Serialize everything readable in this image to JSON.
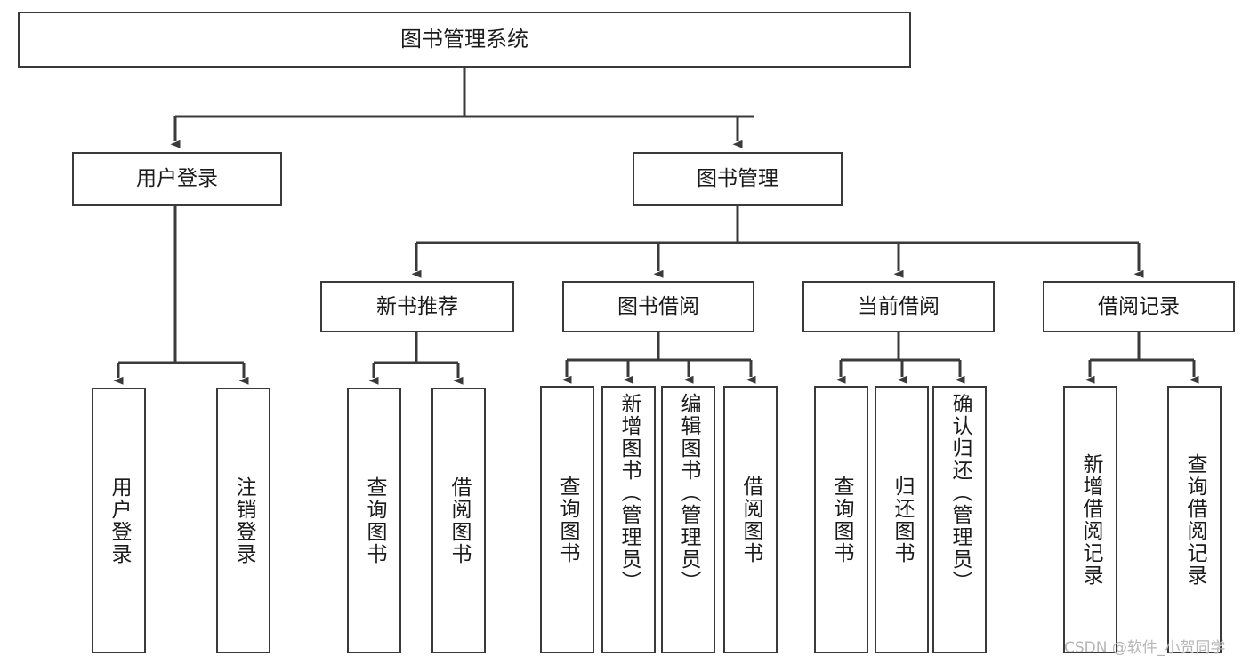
{
  "diagram": {
    "title": "图书管理系统",
    "type": "tree",
    "orientation": "top-down",
    "colors": {
      "node_border": "#3a3a3a",
      "node_fill": "#ffffff",
      "edge": "#3a3a3a",
      "text": "#1b1b1b",
      "watermark": "#b6b6b6"
    },
    "root": {
      "id": "root",
      "label": "图书管理系统",
      "text_direction": "horizontal"
    },
    "level1": [
      {
        "id": "user-login",
        "label": "用户登录",
        "text_direction": "horizontal"
      },
      {
        "id": "book-manage",
        "label": "图书管理",
        "text_direction": "horizontal"
      }
    ],
    "level2": [
      {
        "id": "new-book-recommend",
        "label": "新书推荐",
        "parent": "book-manage",
        "text_direction": "horizontal"
      },
      {
        "id": "book-borrow",
        "label": "图书借阅",
        "parent": "book-manage",
        "text_direction": "horizontal"
      },
      {
        "id": "current-borrow",
        "label": "当前借阅",
        "parent": "book-manage",
        "text_direction": "horizontal"
      },
      {
        "id": "borrow-record",
        "label": "借阅记录",
        "parent": "book-manage",
        "text_direction": "horizontal"
      }
    ],
    "leaves": [
      {
        "id": "leaf-user-login",
        "label": "用户登录",
        "parent": "user-login",
        "text_direction": "vertical"
      },
      {
        "id": "leaf-user-logout",
        "label": "注销登录",
        "parent": "user-login",
        "text_direction": "vertical"
      },
      {
        "id": "leaf-query-book-rec",
        "label": "查询图书",
        "parent": "new-book-recommend",
        "text_direction": "vertical"
      },
      {
        "id": "leaf-borrow-book-rec",
        "label": "借阅图书",
        "parent": "new-book-recommend",
        "text_direction": "vertical"
      },
      {
        "id": "leaf-query-book-borrow",
        "label": "查询图书",
        "parent": "book-borrow",
        "text_direction": "vertical"
      },
      {
        "id": "leaf-add-book-admin",
        "label": "新增图书（管理员）",
        "parent": "book-borrow",
        "text_direction": "vertical"
      },
      {
        "id": "leaf-edit-book-admin",
        "label": "编辑图书（管理员）",
        "parent": "book-borrow",
        "text_direction": "vertical"
      },
      {
        "id": "leaf-borrow-book",
        "label": "借阅图书",
        "parent": "book-borrow",
        "text_direction": "vertical"
      },
      {
        "id": "leaf-query-book-current",
        "label": "查询图书",
        "parent": "current-borrow",
        "text_direction": "vertical"
      },
      {
        "id": "leaf-return-book",
        "label": "归还图书",
        "parent": "current-borrow",
        "text_direction": "vertical"
      },
      {
        "id": "leaf-confirm-return-admin",
        "label": "确认归还（管理员）",
        "parent": "current-borrow",
        "text_direction": "vertical"
      },
      {
        "id": "leaf-add-borrow-record",
        "label": "新增借阅记录",
        "parent": "borrow-record",
        "text_direction": "vertical"
      },
      {
        "id": "leaf-query-borrow-record",
        "label": "查询借阅记录",
        "parent": "borrow-record",
        "text_direction": "vertical"
      }
    ],
    "watermark": "CSDN @软件_小贺同学"
  }
}
